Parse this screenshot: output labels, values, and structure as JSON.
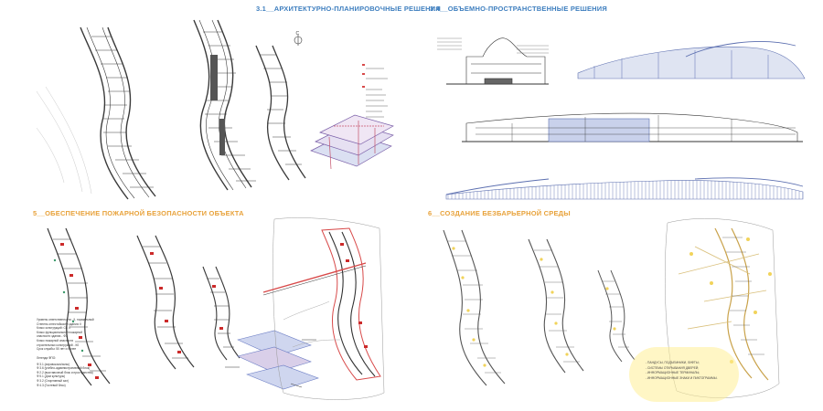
{
  "headings": {
    "architectural": "3.1__АРХИТЕКТУРНО-ПЛАНИРОВОЧНЫЕ РЕШЕНИЯ",
    "volumetric": "3.4__ОБЪЕМНО-ПРОСТРАНСТВЕННЫЕ РЕШЕНИЯ",
    "fire_safety": "5__ОБЕСПЕЧЕНИЕ ПОЖАРНОЙ БЕЗОПАСНОСТИ ОБЪЕКТА",
    "barrier_free": "6__СОЗДАНИЕ БЕЗБАРЬЕРНОЙ СРЕДЫ"
  },
  "fire_safety_notes": [
    "Уровень ответственности - II, нормальный",
    "Степень огнестойкости здания: II",
    "Класс конструкций: С0, 0",
    "Класс функциональной пожарной",
    "опасности здания - Ф3",
    "Класс пожарной опасности",
    "строительных конструкций - К0",
    "Срок службы: 50 лет и более"
  ],
  "fire_safety_legend_title": "Легенда ФПО:",
  "fire_safety_legend": [
    "Ф 3.1 (аэровокзал/залы)",
    "Ф 3.6 (учебно-административный блок)",
    "Ф 2.2 (выставочный блок и пространства)",
    "Ф 5.1 (Дом культуры)",
    "Ф 3.2 (Спортивный зал)",
    "Ф 4.3 (Гостевой блок)"
  ],
  "barrier_free_items": [
    "- ПАНДУСЫ, ПОДЪЕМНИКИ, ЛИФТЫ;",
    "- СИСТЕМЫ ОТКРЫВАНИЯ ДВЕРЕЙ;",
    "- ИНФОРМАЦИОННЫЕ ТЕРМИНАЛЫ;",
    "- ИНФОРМАЦИОННЫЕ ЗНАКИ И ПИКТОГРАММЫ."
  ],
  "colors": {
    "heading_blue": "#3f7fbf",
    "heading_orange": "#e8a23a",
    "fire_red": "#cc2a2a",
    "route_red": "#d84a4a",
    "facade_blue": "#5c6fb0",
    "accessible_yellow": "#f1d35a",
    "drawing_line": "#3a3a3a"
  },
  "icons": [
    "north-arrow-icon"
  ]
}
